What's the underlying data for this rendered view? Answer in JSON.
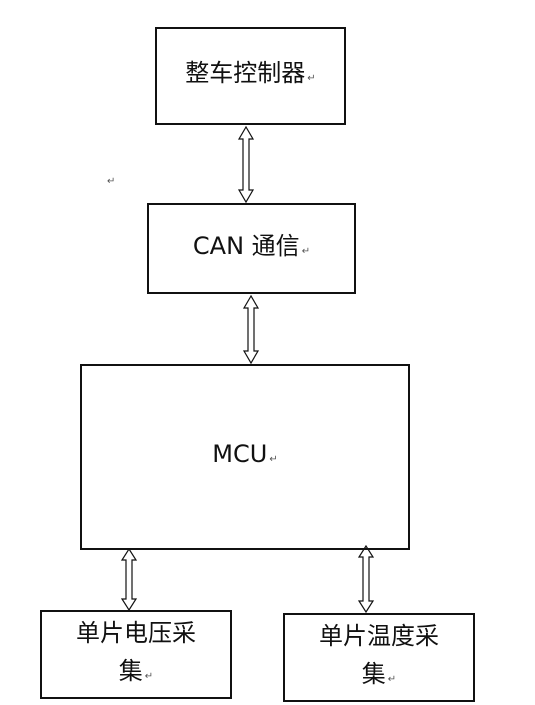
{
  "paragraph_mark": "↵",
  "boxes": {
    "vehicle_controller": {
      "label": "整车控制器"
    },
    "can": {
      "label": "CAN 通信"
    },
    "mcu": {
      "label": "MCU"
    },
    "voltage": {
      "line1": "单片电压采",
      "line2": "集"
    },
    "temperature": {
      "line1": "单片温度采",
      "line2": "集"
    }
  },
  "colors": {
    "stroke": "#111111",
    "mark": "#555555"
  }
}
